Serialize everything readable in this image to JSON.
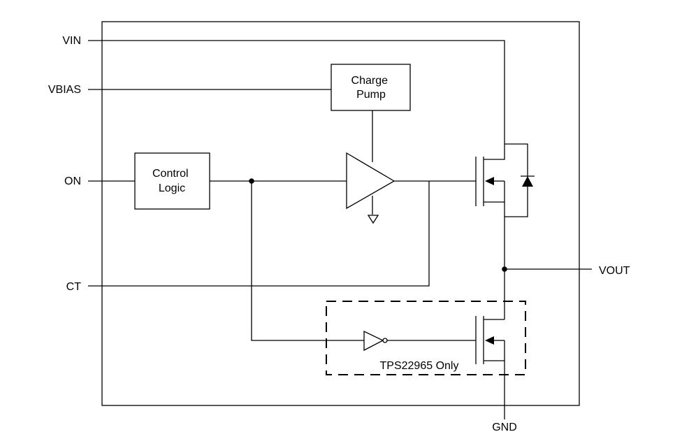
{
  "pins": {
    "vin": "VIN",
    "vbias": "VBIAS",
    "on": "ON",
    "ct": "CT",
    "vout": "VOUT",
    "gnd": "GND"
  },
  "blocks": {
    "charge_pump": [
      "Charge",
      "Pump"
    ],
    "control_logic": [
      "Control",
      "Logic"
    ]
  },
  "note": "TPS22965 Only"
}
